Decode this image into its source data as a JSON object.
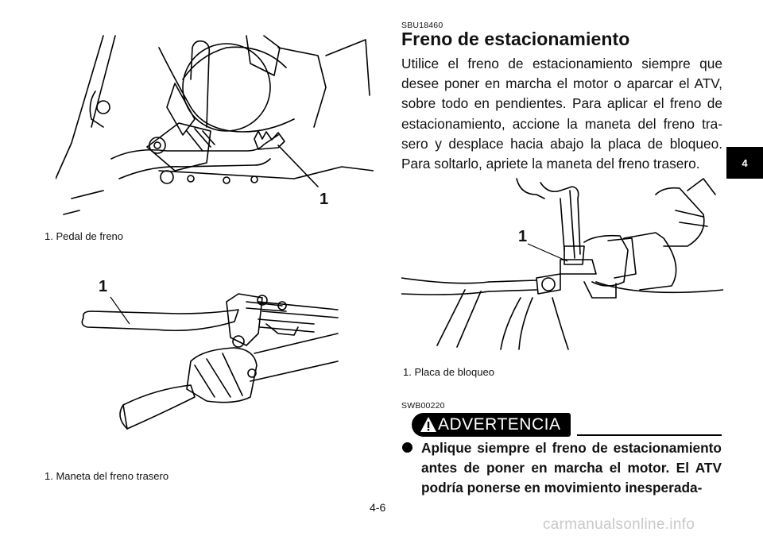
{
  "figures": {
    "brake_pedal": {
      "callout": "1",
      "caption": "1.  Pedal de freno"
    },
    "brake_lever": {
      "callout": "1",
      "caption": "1.  Maneta del freno trasero"
    },
    "lock_plate": {
      "callout": "1",
      "caption": "1.  Placa de bloqueo"
    }
  },
  "section": {
    "code": "SBU18460",
    "title": "Freno de estacionamiento",
    "body": "Utilice el freno de estacionamiento siempre que desee poner en marcha el motor o aparcar el ATV, sobre todo en pendientes. Para aplicar el freno de estacionamiento, accione la maneta del freno tra-sero y desplace hacia abajo la placa de bloqueo. Para soltarlo, apriete la maneta del freno trasero."
  },
  "warning": {
    "code": "SWB00220",
    "label": "ADVERTENCIA",
    "bullet_text": "Aplique siempre el freno de estacionamiento antes de poner en marcha el motor. El ATV podría ponerse en movimiento inesperada-"
  },
  "chapter_tab": "4",
  "page_number": "4-6",
  "watermark": "carmanualsonline.info"
}
